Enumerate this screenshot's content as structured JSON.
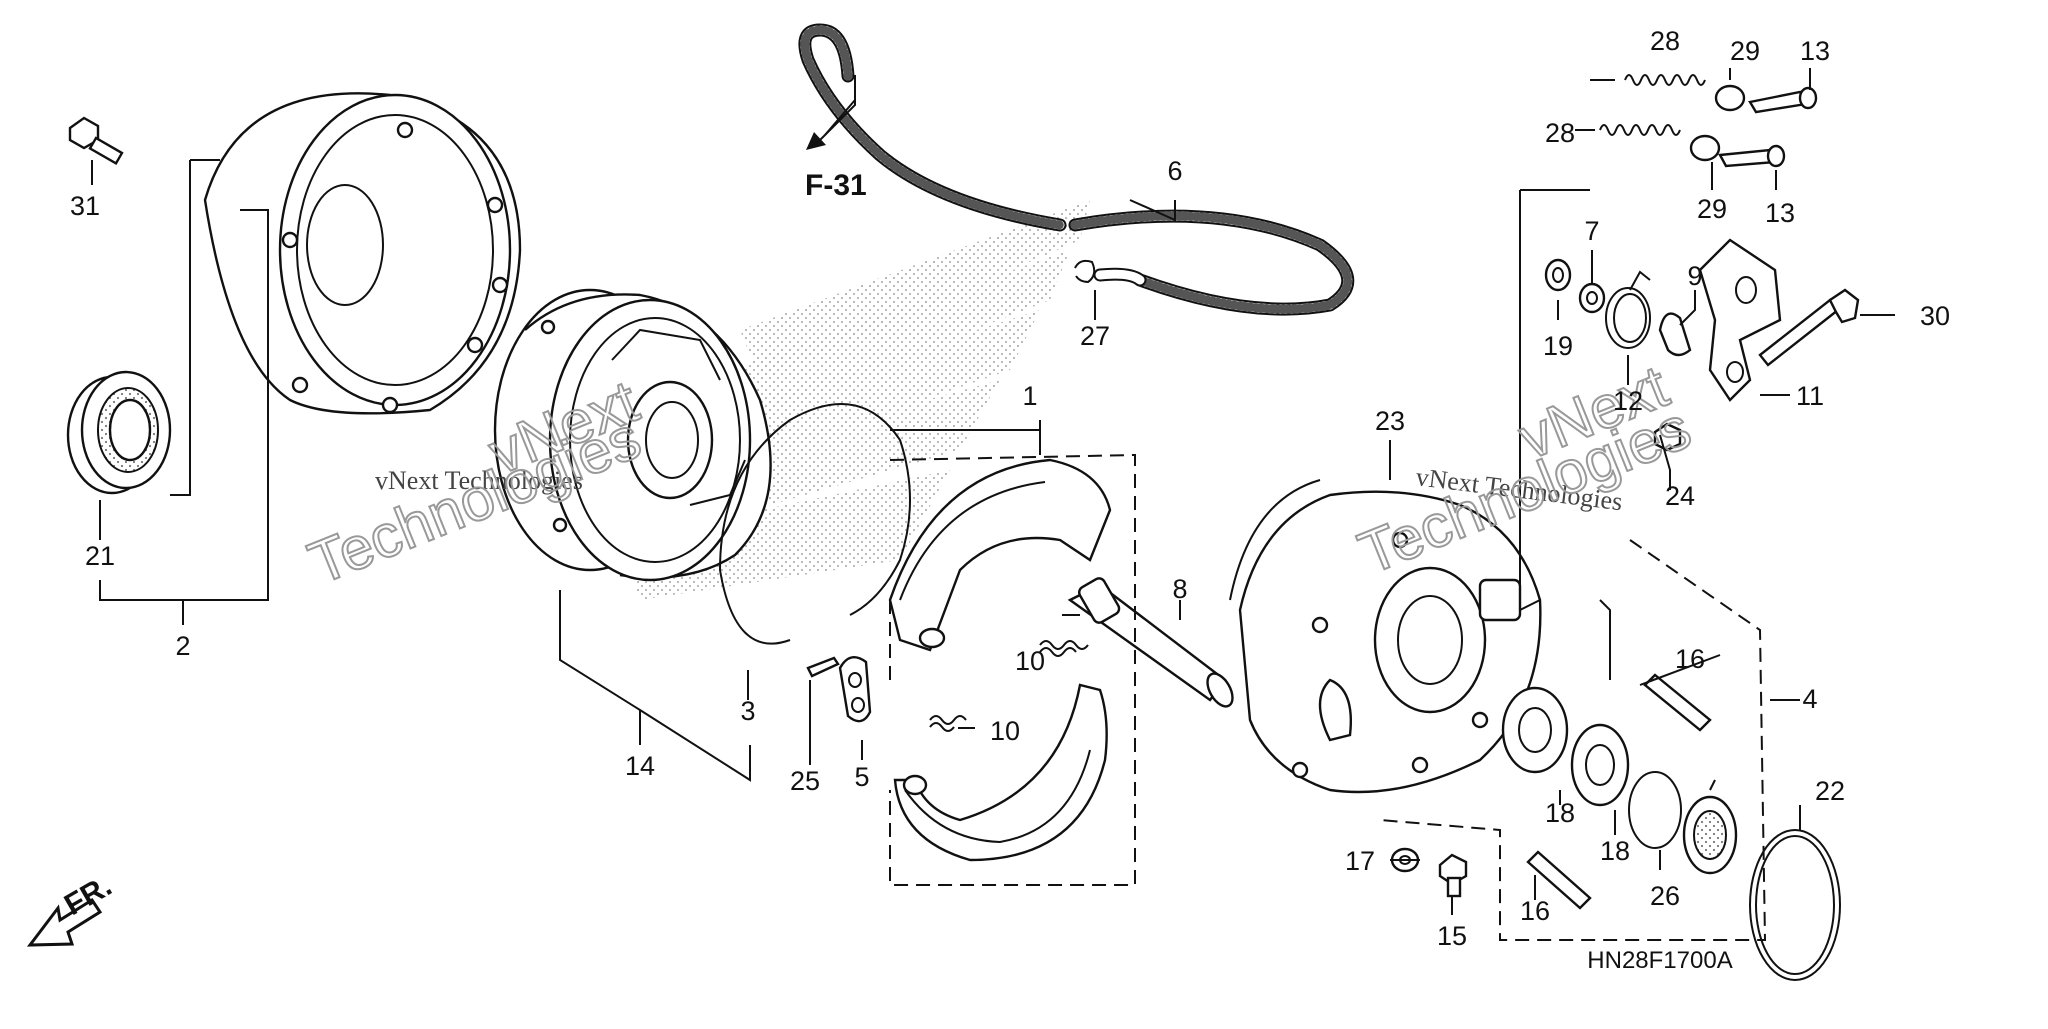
{
  "diagram": {
    "callouts": [
      "1",
      "2",
      "3",
      "4",
      "5",
      "6",
      "7",
      "8",
      "9",
      "10",
      "10",
      "11",
      "12",
      "13",
      "13",
      "14",
      "15",
      "16",
      "16",
      "17",
      "18",
      "18",
      "19",
      "21",
      "22",
      "23",
      "24",
      "25",
      "26",
      "27",
      "28",
      "28",
      "29",
      "29",
      "30",
      "31"
    ],
    "reference_label": "F-31",
    "front_label": "FR.",
    "diagram_code": "HN28F1700A",
    "watermarks": [
      "vNext Technologies",
      "vNext Technologies",
      "vNext",
      "Technologies",
      "vNext",
      "Technologies"
    ]
  }
}
